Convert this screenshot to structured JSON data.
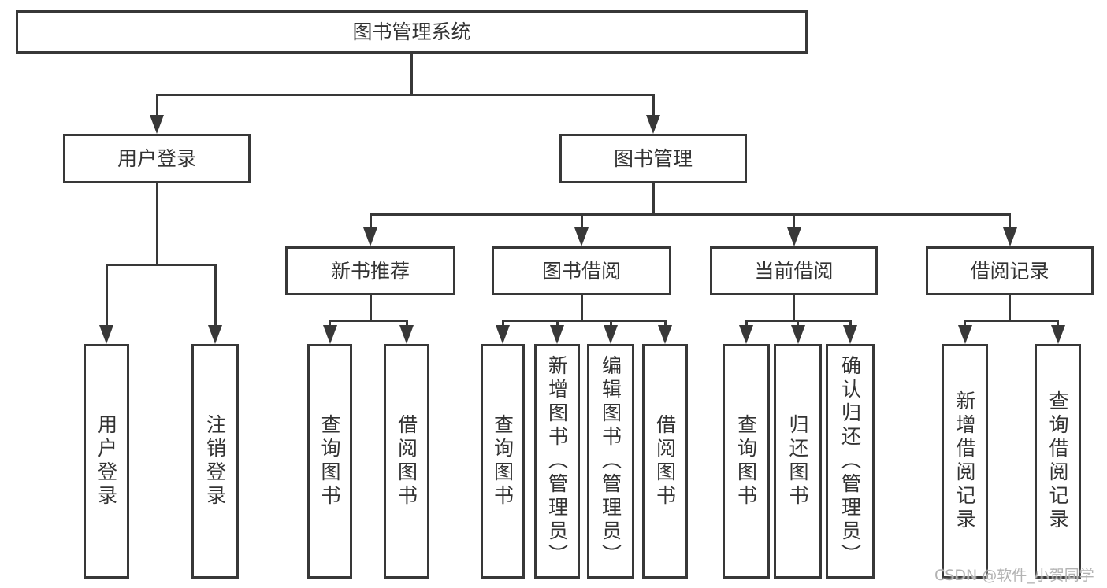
{
  "title": "图书管理系统",
  "diagram": {
    "root": "图书管理系统",
    "level2": {
      "user_login": "用户登录",
      "book_mgmt": "图书管理"
    },
    "level3": {
      "new_books": "新书推荐",
      "book_borrow": "图书借阅",
      "current_borrow": "当前借阅",
      "borrow_records": "借阅记录"
    },
    "leaves": {
      "user_login_1": "用户登录",
      "user_login_2": "注销登录",
      "new_books_1": "查询图书",
      "new_books_2": "借阅图书",
      "book_borrow_1": "查询图书",
      "book_borrow_2": "新增图书（管理员）",
      "book_borrow_3": "编辑图书（管理员）",
      "book_borrow_4": "借阅图书",
      "current_borrow_1": "查询图书",
      "current_borrow_2": "归还图书",
      "current_borrow_3": "确认归还（管理员）",
      "borrow_records_1": "新增借阅记录",
      "borrow_records_2": "查询借阅记录"
    }
  },
  "watermark": "CSDN @软件_小贺同学",
  "colors": {
    "line": "#383838",
    "text": "#333333",
    "background": "#ffffff",
    "watermark": "#b3b3b3"
  }
}
